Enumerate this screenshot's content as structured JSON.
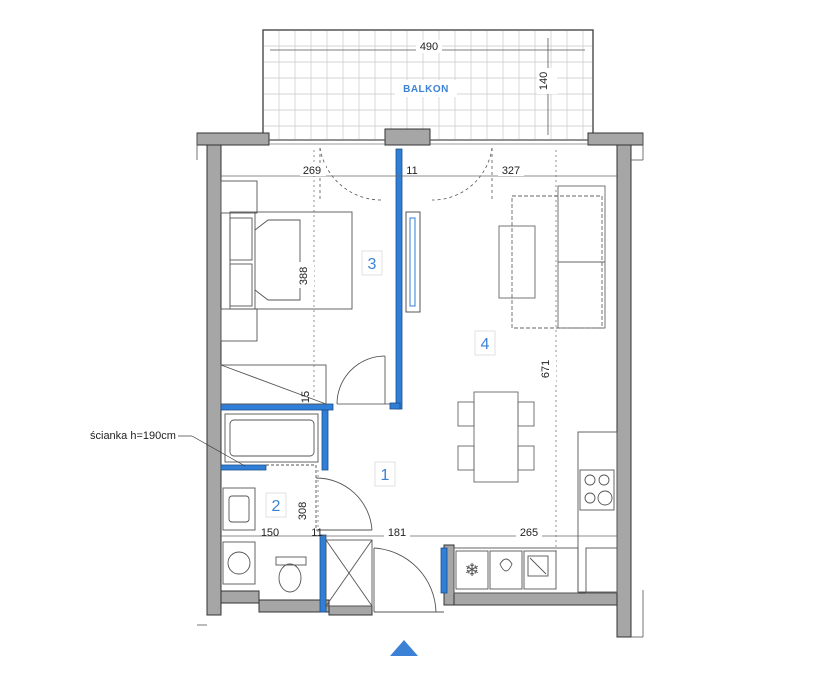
{
  "balcony": {
    "label": "BALKON",
    "width": "490",
    "depth": "140"
  },
  "rooms": [
    {
      "number": "1"
    },
    {
      "number": "2"
    },
    {
      "number": "3"
    },
    {
      "number": "4"
    }
  ],
  "dimensions": {
    "bedroom_width": "269",
    "partition_top": "11",
    "living_width": "327",
    "bedroom_length": "388",
    "living_length": "671",
    "wall_15": "15",
    "bath_length": "308",
    "bath_width": "150",
    "partition_bottom": "11",
    "hall_width": "181",
    "kitchen_width": "265"
  },
  "annotation": "ścianka h=190cm",
  "colors": {
    "wall": "#a6a6a6",
    "wall_outline": "#333333",
    "partition": "#2f7fd8",
    "furniture": "#555555",
    "accent": "#3b82d6"
  }
}
